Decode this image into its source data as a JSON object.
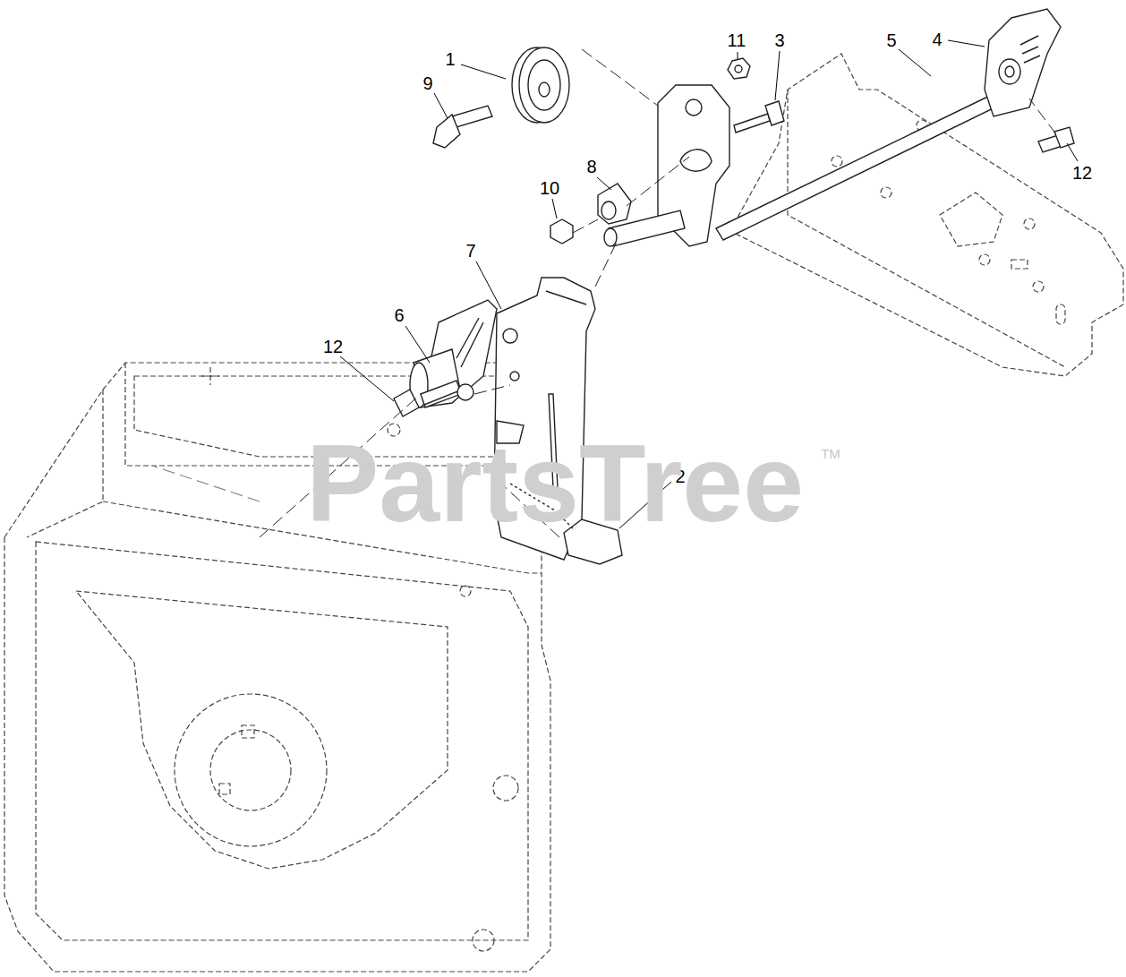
{
  "diagram": {
    "labels": [
      "1",
      "9",
      "11",
      "3",
      "5",
      "4",
      "12",
      "8",
      "10",
      "7",
      "6",
      "12",
      "2",
      "PartsTree",
      "TM"
    ]
  }
}
